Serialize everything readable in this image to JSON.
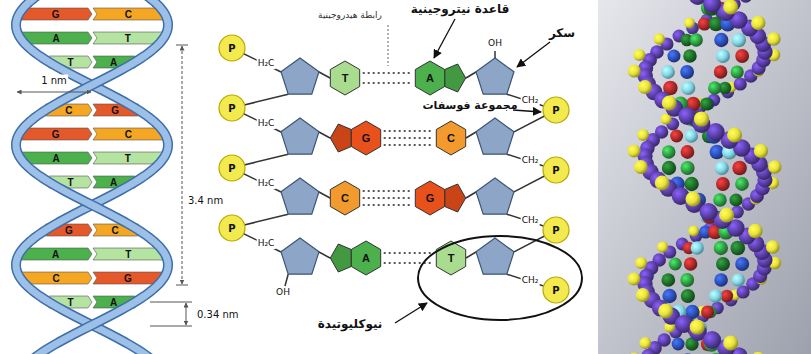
{
  "diagram": {
    "labels": [
      "G",
      "C",
      "A",
      "T",
      "T",
      "A",
      "C",
      "G",
      "G",
      "C",
      "A",
      "T",
      "T",
      "A",
      "G",
      "C",
      "A",
      "T",
      "C",
      "G",
      "T",
      "A",
      "1 nm",
      "3.4 nm",
      "0.34 nm",
      "T",
      "A",
      "G",
      "C",
      "C",
      "G",
      "A",
      "T",
      "P",
      "P",
      "P",
      "P",
      "P",
      "P",
      "P",
      "P",
      "OH",
      "OH",
      "H₂C",
      "H₂C",
      "H₂C",
      "H₂C",
      "CH₂",
      "CH₂",
      "CH₂",
      "CH₂",
      "رابطة هيدروجينية",
      "قاعدة نيتروجينية",
      "سكر",
      "مجموعة فوسفات",
      "نيوكليوتيدة"
    ]
  }
}
